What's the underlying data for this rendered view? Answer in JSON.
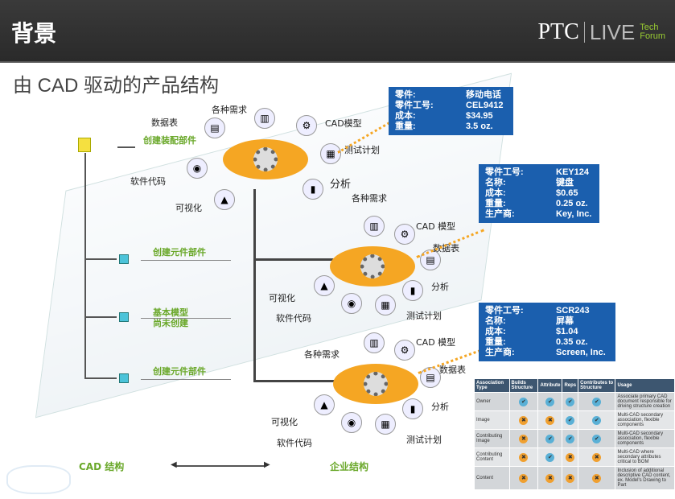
{
  "header": {
    "title": "背景",
    "logo": {
      "brand": "PTC",
      "live": "LIVE",
      "tech": "Tech",
      "forum": "Forum"
    }
  },
  "subtitle": "由 CAD 驱动的产品结构",
  "tree": {
    "create_assembly": "创建装配部件",
    "create_part_1": "创建元件部件",
    "base_model_1": "基本模型",
    "base_model_2": "尚未创建",
    "create_part_2": "创建元件部件"
  },
  "hub1": {
    "datasheet": "数据表",
    "requirements": "各种需求",
    "cad_model": "CAD模型",
    "test_plan": "测试计划",
    "software": "软件代码",
    "visualization": "可视化",
    "analysis": "分析"
  },
  "hub2": {
    "requirements": "各种需求",
    "cad_model": "CAD 模型",
    "datasheet": "数据表",
    "analysis": "分析",
    "visualization": "可视化",
    "software": "软件代码",
    "test_plan": "测试计划"
  },
  "hub3": {
    "requirements": "各种需求",
    "cad_model": "CAD 模型",
    "datasheet": "数据表",
    "analysis": "分析",
    "visualization": "可视化",
    "software": "软件代码",
    "test_plan": "测试计划"
  },
  "info1": [
    [
      "零件:",
      "移动电话"
    ],
    [
      "零件工号:",
      "CEL9412"
    ],
    [
      "成本:",
      "$34.95"
    ],
    [
      "重量:",
      "3.5 oz."
    ]
  ],
  "info2": [
    [
      "零件工号:",
      "KEY124"
    ],
    [
      "名称:",
      "键盘"
    ],
    [
      "成本:",
      "$0.65"
    ],
    [
      "重量:",
      "0.25 oz."
    ],
    [
      "生产商:",
      "Key, Inc."
    ]
  ],
  "info3": [
    [
      "零件工号:",
      "SCR243"
    ],
    [
      "名称:",
      "屏幕"
    ],
    [
      "成本:",
      "$1.04"
    ],
    [
      "重量:",
      "0.35 oz."
    ],
    [
      "生产商:",
      "Screen, Inc."
    ]
  ],
  "footer": {
    "cad": "CAD 结构",
    "enterprise": "企业结构"
  },
  "table": {
    "headers": [
      "Association Type",
      "Builds Structure",
      "Attribute",
      "Reps",
      "Contributes to Structure",
      "Usage"
    ],
    "rows": [
      {
        "type": "Owner",
        "vals": [
          true,
          true,
          true,
          true
        ],
        "usage": "Associate primary CAD document responsible for driving structure creation"
      },
      {
        "type": "Image",
        "vals": [
          false,
          false,
          true,
          true
        ],
        "usage": "Multi-CAD secondary association, flexible components"
      },
      {
        "type": "Contributing Image",
        "vals": [
          false,
          true,
          true,
          true
        ],
        "usage": "Multi-CAD secondary association, flexible components"
      },
      {
        "type": "Contributing Content",
        "vals": [
          false,
          true,
          false,
          false
        ],
        "usage": "Multi-CAD where secondary attributes critical to BOM"
      },
      {
        "type": "Content",
        "vals": [
          false,
          false,
          false,
          false
        ],
        "usage": "Inclusion of additional descriptive CAD content, ex. Model's Drawing to Part"
      }
    ]
  },
  "colors": {
    "accent": "#f5a623",
    "info": "#1b5fae",
    "green": "#6aa82a"
  }
}
